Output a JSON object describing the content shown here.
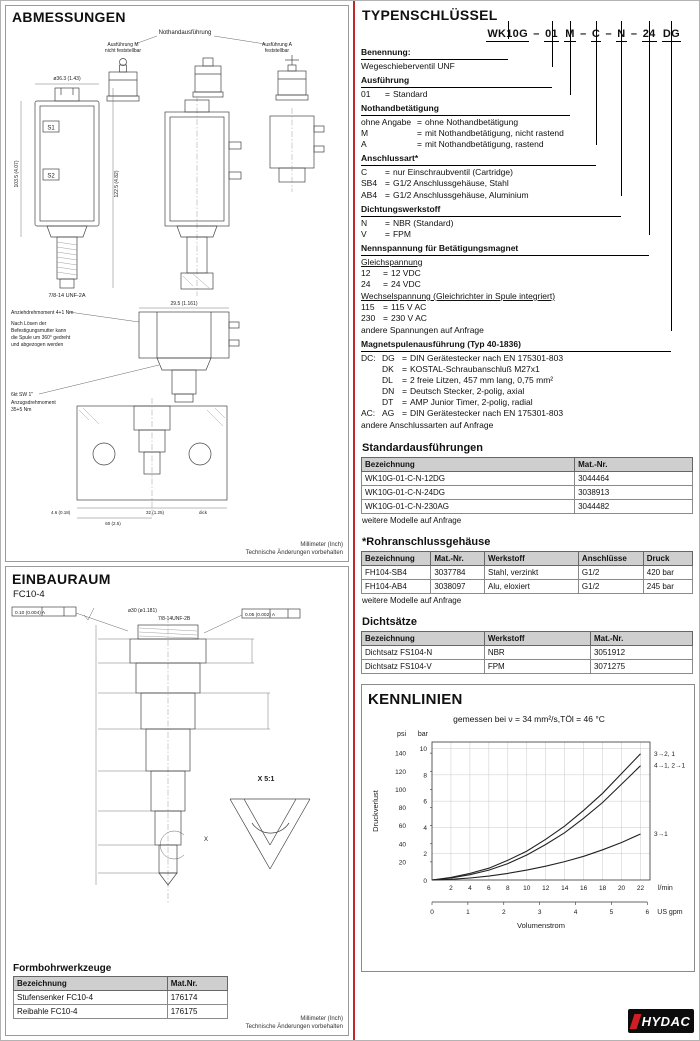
{
  "page": {
    "divider_color": "#c1272d",
    "logo_text": "HYDAC"
  },
  "abmessungen": {
    "title": "ABMESSUNGEN",
    "drawing_labels": {
      "nothand_title": "Nothandausführung",
      "variant_m1": "Ausführung M",
      "variant_m2": "nicht feststellbar",
      "variant_a1": "Ausführung A",
      "variant_a2": "feststellbar",
      "s1": "S1",
      "s2": "S2",
      "dim_top": "ø36.3 (1.43)",
      "dim_total_height": "103.5 (4.07)",
      "dim_coil_height": "122.5 (4.82)",
      "thread": "7/8-14 UNF-2A",
      "dim_side_w": "29.5 (1.161)",
      "note_torque1": "Anziehdrehmoment 4+1 Nm",
      "note_coil1": "Nach Lösen der",
      "note_coil2": "Befestigungsmutter kann",
      "note_coil3": "die Spule um 360° gedreht",
      "note_coil4": "und abgezogen werden",
      "note_hex": "6kt SW 1\"",
      "note_torque2a": "Anzugsdrehmoment",
      "note_torque2b": "35+5 Nm",
      "dim_b1": "4.6 (0.18)",
      "dim_b2": "32 (1.25)",
      "dim_b3": "dick",
      "dim_b4": "60 (2.5)"
    },
    "footnote": [
      "Millimeter (Inch)",
      "Technische Änderungen vorbehalten"
    ]
  },
  "einbauraum": {
    "title": "EINBAURAUM",
    "subtitle": "FC10-4",
    "drawing_labels": {
      "tol1": "0.10 (0.004) A",
      "tol2": "0.05 (0.002) A",
      "dia_top": "ø30 (ø1.181)",
      "thread": "7/8-14UNF-2B",
      "detail_marker": "X",
      "detail": "X 5:1"
    },
    "formbohrwerkzeuge": {
      "title": "Formbohrwerkzeuge",
      "headers": [
        "Bezeichnung",
        "Mat.Nr."
      ],
      "rows": [
        [
          "Stufensenker FC10-4",
          "176174"
        ],
        [
          "Reibahle FC10-4",
          "176175"
        ]
      ]
    },
    "footnote": [
      "Millimeter (Inch)",
      "Technische Änderungen vorbehalten"
    ]
  },
  "typenschluessel": {
    "title": "TYPENSCHLÜSSEL",
    "code_segments": [
      {
        "text": "WK10G",
        "sep": " – "
      },
      {
        "text": "01",
        "sep": " "
      },
      {
        "text": "M",
        "sep": " – "
      },
      {
        "text": "C",
        "sep": " – "
      },
      {
        "text": "N",
        "sep": " – "
      },
      {
        "text": "24",
        "sep": " "
      },
      {
        "text": "DG",
        "sep": ""
      }
    ],
    "sections": [
      {
        "heading": "Benennung:",
        "lines": [
          {
            "type": "text",
            "text": "Wegeschieberventil UNF"
          }
        ]
      },
      {
        "heading": "Ausführung",
        "lines": [
          {
            "type": "kv",
            "k": "01",
            "d": "Standard"
          }
        ]
      },
      {
        "heading": "Nothandbetätigung",
        "lines": [
          {
            "type": "kv",
            "k": "ohne Angabe",
            "d": "ohne Nothandbetätigung"
          },
          {
            "type": "kv",
            "k": "M",
            "d": "mit Nothandbetätigung, nicht rastend"
          },
          {
            "type": "kv",
            "k": "A",
            "d": "mit Nothandbetätigung, rastend"
          }
        ]
      },
      {
        "heading": "Anschlussart*",
        "lines": [
          {
            "type": "kv",
            "k": "C",
            "d": "nur Einschraubventil (Cartridge)"
          },
          {
            "type": "kv",
            "k": "SB4",
            "d": "G1/2 Anschlussgehäuse, Stahl"
          },
          {
            "type": "kv",
            "k": "AB4",
            "d": "G1/2 Anschlussgehäuse, Aluminium"
          }
        ]
      },
      {
        "heading": "Dichtungswerkstoff",
        "lines": [
          {
            "type": "kv",
            "k": "N",
            "d": "NBR (Standard)"
          },
          {
            "type": "kv",
            "k": "V",
            "d": "FPM"
          }
        ]
      },
      {
        "heading": "Nennspannung für Betätigungsmagnet",
        "lines": [
          {
            "type": "sub",
            "text": "Gleichspannung"
          },
          {
            "type": "kv",
            "k": "12",
            "d": "12 VDC"
          },
          {
            "type": "kv",
            "k": "24",
            "d": "24 VDC"
          },
          {
            "type": "sub",
            "text": "Wechselspannung (Gleichrichter in Spule integriert)"
          },
          {
            "type": "kv",
            "k": "115",
            "d": "115 V AC"
          },
          {
            "type": "kv",
            "k": "230",
            "d": "230 V AC"
          },
          {
            "type": "note",
            "text": "andere Spannungen auf Anfrage"
          }
        ]
      },
      {
        "heading": "Magnetspulenausführung (Typ 40-1836)",
        "lines": [
          {
            "type": "kv",
            "prefix": "DC:",
            "k": "DG",
            "d": "DIN Gerätestecker nach EN 175301-803"
          },
          {
            "type": "kv",
            "prefix": "",
            "k": "DK",
            "d": "KOSTAL-Schraubanschluß M27x1"
          },
          {
            "type": "kv",
            "prefix": "",
            "k": "DL",
            "d": "2 freie Litzen, 457 mm lang, 0,75 mm²"
          },
          {
            "type": "kv",
            "prefix": "",
            "k": "DN",
            "d": "Deutsch Stecker, 2-polig, axial"
          },
          {
            "type": "kv",
            "prefix": "",
            "k": "DT",
            "d": "AMP Junior Timer, 2-polig, radial"
          },
          {
            "type": "kv",
            "prefix": "AC:",
            "k": "AG",
            "d": "DIN Gerätestecker nach EN 175301-803"
          },
          {
            "type": "note",
            "text": "andere Anschlussarten auf Anfrage"
          }
        ]
      }
    ]
  },
  "standardausfuehrungen": {
    "title": "Standardausführungen",
    "headers": [
      "Bezeichnung",
      "Mat.-Nr."
    ],
    "rows": [
      [
        "WK10G-01-C-N-12DG",
        "3044464"
      ],
      [
        "WK10G-01-C-N-24DG",
        "3038913"
      ],
      [
        "WK10G-01-C-N-230AG",
        "3044482"
      ]
    ],
    "note": "weitere Modelle auf Anfrage"
  },
  "rohranschlussgehaeuse": {
    "title": "*Rohranschlussgehäuse",
    "headers": [
      "Bezeichnung",
      "Mat.-Nr.",
      "Werkstoff",
      "Anschlüsse",
      "Druck"
    ],
    "rows": [
      [
        "FH104-SB4",
        "3037784",
        "Stahl, verzinkt",
        "G1/2",
        "420 bar"
      ],
      [
        "FH104-AB4",
        "3038097",
        "Alu, eloxiert",
        "G1/2",
        "245 bar"
      ]
    ],
    "note": "weitere Modelle auf Anfrage"
  },
  "dichtsaetze": {
    "title": "Dichtsätze",
    "headers": [
      "Bezeichnung",
      "Werkstoff",
      "Mat.-Nr."
    ],
    "rows": [
      [
        "Dichtsatz FS104-N",
        "NBR",
        "3051912"
      ],
      [
        "Dichtsatz FS104-V",
        "FPM",
        "3071275"
      ]
    ]
  },
  "kennlinien": {
    "title": "KENNLINIEN",
    "subtitle": "gemessen bei ν = 34 mm²/s,TÖl = 46 °C"
  },
  "chart_data": {
    "type": "line",
    "title": "KENNLINIEN",
    "subtitle": "gemessen bei ν = 34 mm²/s,TÖl = 46 °C",
    "xlabel": "Volumenstrom",
    "ylabel": "Druckverlust",
    "x_axis_primary": {
      "unit": "l/min",
      "ticks": [
        2,
        4,
        6,
        8,
        10,
        12,
        14,
        16,
        18,
        20,
        22
      ]
    },
    "x_axis_secondary": {
      "unit": "US gpm",
      "ticks": [
        0,
        1,
        2,
        3,
        4,
        5,
        6
      ]
    },
    "y_axis_left_outer": {
      "unit": "psi",
      "ticks": [
        20,
        40,
        60,
        80,
        100,
        120,
        140
      ]
    },
    "y_axis_left_inner": {
      "unit": "bar",
      "ticks": [
        2,
        4,
        6,
        8,
        10
      ]
    },
    "xlim_lmin": [
      0,
      23
    ],
    "ylim_bar": [
      0,
      10.5
    ],
    "grid": true,
    "series": [
      {
        "name": "3→2, 1",
        "x": [
          0,
          2,
          4,
          6,
          8,
          10,
          12,
          14,
          16,
          18,
          20,
          22
        ],
        "y_bar": [
          0,
          0.2,
          0.5,
          0.9,
          1.5,
          2.2,
          3.1,
          4.1,
          5.3,
          6.6,
          8.1,
          9.6
        ]
      },
      {
        "name": "4→1, 2→1",
        "x": [
          0,
          2,
          4,
          6,
          8,
          10,
          12,
          14,
          16,
          18,
          20,
          22
        ],
        "y_bar": [
          0,
          0.15,
          0.4,
          0.75,
          1.25,
          1.9,
          2.7,
          3.6,
          4.7,
          5.9,
          7.3,
          8.7
        ]
      },
      {
        "name": "3→1",
        "x": [
          0,
          2,
          4,
          6,
          8,
          10,
          12,
          14,
          16,
          18,
          20,
          22
        ],
        "y_bar": [
          0,
          0.05,
          0.15,
          0.3,
          0.5,
          0.75,
          1.05,
          1.4,
          1.8,
          2.3,
          2.85,
          3.5
        ]
      }
    ]
  }
}
